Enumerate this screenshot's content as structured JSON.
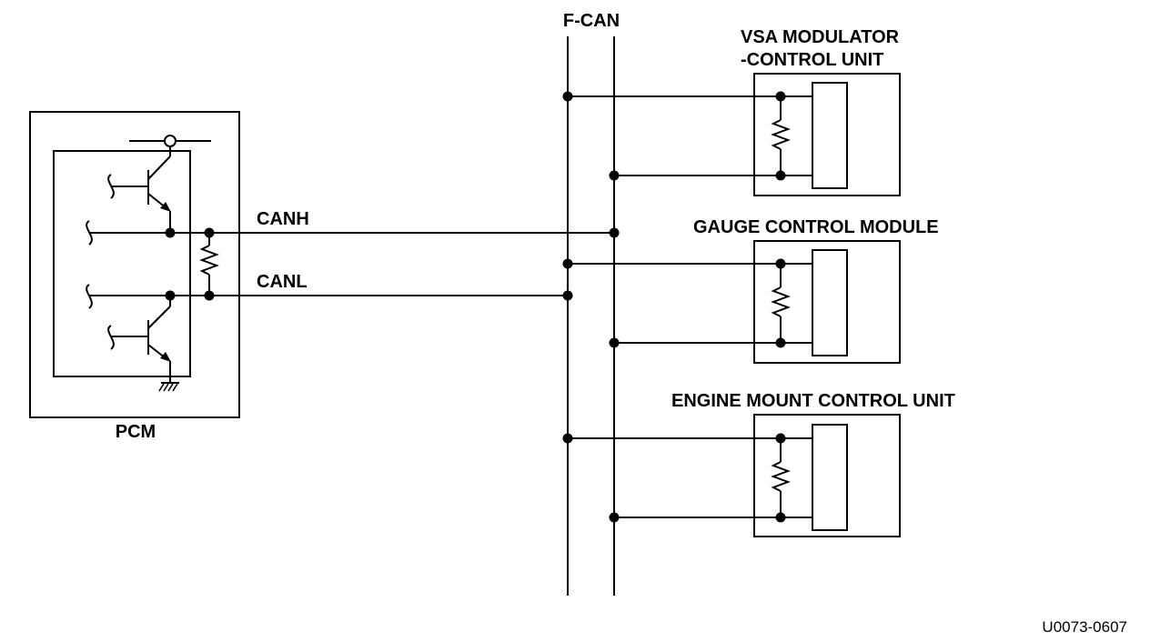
{
  "bus": {
    "label": "F-CAN"
  },
  "pcm": {
    "label": "PCM"
  },
  "lines": {
    "canh": "CANH",
    "canl": "CANL"
  },
  "units": [
    {
      "line1": "VSA MODULATOR",
      "line2": "-CONTROL UNIT"
    },
    {
      "line1": "GAUGE CONTROL MODULE",
      "line2": ""
    },
    {
      "line1": "ENGINE MOUNT CONTROL UNIT",
      "line2": ""
    }
  ],
  "reference": "U0073-0607"
}
